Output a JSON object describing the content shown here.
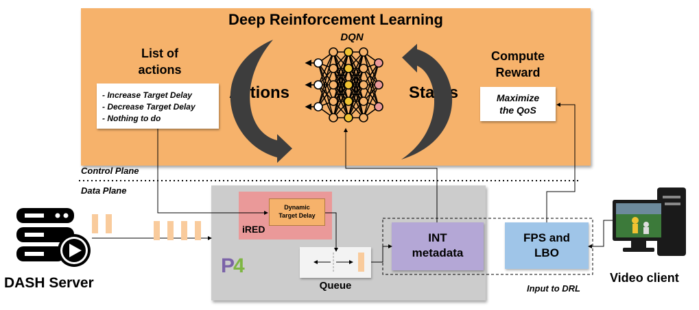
{
  "drl": {
    "title": "Deep Reinforcement Learning",
    "model": "DQN",
    "actions_word": "Actions",
    "states_word": "States",
    "list_title": [
      "List of",
      "actions"
    ],
    "actions": [
      "- Increase Target Delay",
      "- Decrease Target Delay",
      "- Nothing to do"
    ],
    "reward_title": [
      "Compute",
      "Reward"
    ],
    "reward_text": [
      "Maximize",
      "the QoS"
    ]
  },
  "planes": {
    "control": "Control Plane",
    "data": "Data Plane"
  },
  "switch": {
    "ired_label": "iRED",
    "dynamic_target_delay": [
      "Dynamic",
      "Target Delay"
    ],
    "queue_label": "Queue",
    "int_metadata": [
      "INT",
      "metadata"
    ],
    "fps_lbo": [
      "FPS and",
      "LBO"
    ],
    "input_label": "Input to DRL",
    "p4_logo": [
      "P",
      "4"
    ]
  },
  "endpoints": {
    "server": "DASH Server",
    "client": "Video client"
  },
  "colors": {
    "drl_panel": "#f6b26b",
    "ired": "#ea9999",
    "int": "#b4a7d6",
    "fps": "#9fc5e8",
    "packet": "#f9cb9c",
    "switch": "#cccccc"
  },
  "icons": {
    "server": "dash-server-icon",
    "client": "video-client-computer-icon",
    "network": "neural-network-icon"
  }
}
